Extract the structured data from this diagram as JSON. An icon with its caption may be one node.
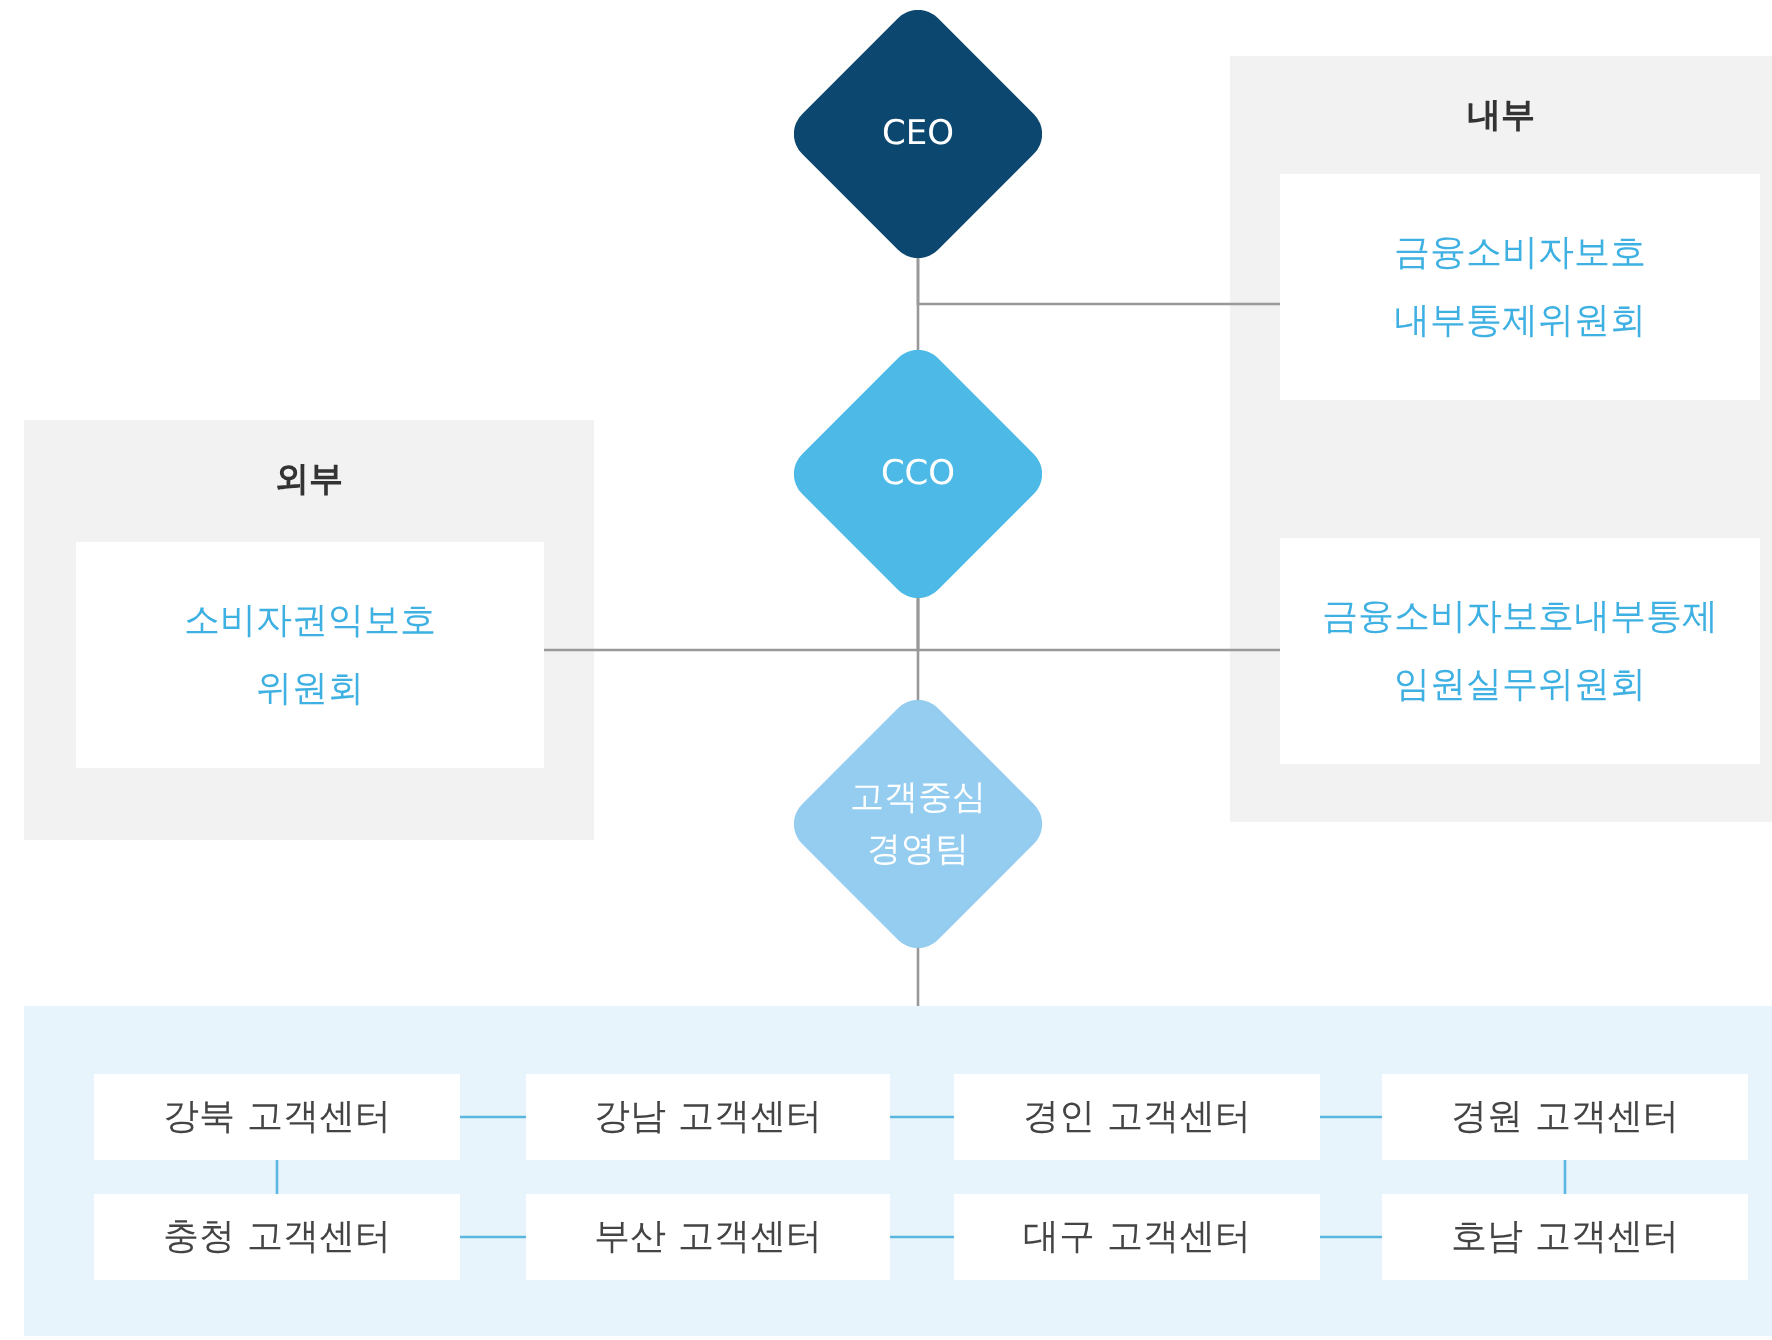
{
  "diagram": {
    "nodes": [
      {
        "text": [
          "CEO"
        ]
      },
      {
        "text": [
          "CCO"
        ]
      },
      {
        "text": [
          "고객중심 경영팀"
        ]
      },
      {
        "text": [
          "내부"
        ]
      },
      {
        "text": [
          "금융소비자보호 내부통제위원회"
        ],
        "in": 3
      },
      {
        "text": [
          "금융소비자보호내부통제 임원실무위원회"
        ],
        "in": 3
      },
      {
        "text": [
          "외부"
        ]
      },
      {
        "text": [
          "소비자권익보호 위원회"
        ],
        "in": 6
      },
      {
        "text": [],
        "shape": "box"
      },
      {
        "text": [
          "강북 고객센터"
        ],
        "in": 8
      },
      {
        "text": [
          "강남 고객센터"
        ],
        "in": 8
      },
      {
        "text": [
          "경인 고객센터"
        ],
        "in": 8
      },
      {
        "text": [
          "경원 고객센터"
        ],
        "in": 8
      },
      {
        "text": [
          "충청 고객센터"
        ],
        "in": 8
      },
      {
        "text": [
          "부산 고객센터"
        ],
        "in": 8
      },
      {
        "text": [
          "대구 고객센터"
        ],
        "in": 8
      },
      {
        "text": [
          "호남 고객센터"
        ],
        "in": 8
      }
    ],
    "edges": [
      {
        "from": 0,
        "to": 1,
        "arrow": "none",
        "color": "#999999"
      },
      {
        "from": 0,
        "to": 4,
        "arrow": "none",
        "color": "#999999"
      },
      {
        "from": 1,
        "to": 7,
        "arrow": "none",
        "color": "#999999"
      },
      {
        "from": 1,
        "to": 5,
        "arrow": "none",
        "color": "#999999"
      },
      {
        "from": 1,
        "to": 2,
        "arrow": "none",
        "color": "#999999"
      },
      {
        "from": 2,
        "to": 8,
        "arrow": "none",
        "color": "#999999"
      },
      {
        "from": 9,
        "to": 10,
        "arrow": "none"
      },
      {
        "from": 10,
        "to": 11,
        "arrow": "none"
      },
      {
        "from": 11,
        "to": 12,
        "arrow": "none"
      },
      {
        "from": 9,
        "to": 13,
        "arrow": "none"
      },
      {
        "from": 12,
        "to": 16,
        "arrow": "none"
      },
      {
        "from": 13,
        "to": 14,
        "arrow": "none"
      },
      {
        "from": 14,
        "to": 15,
        "arrow": "none"
      },
      {
        "from": 15,
        "to": 16,
        "arrow": "none"
      }
    ]
  }
}
